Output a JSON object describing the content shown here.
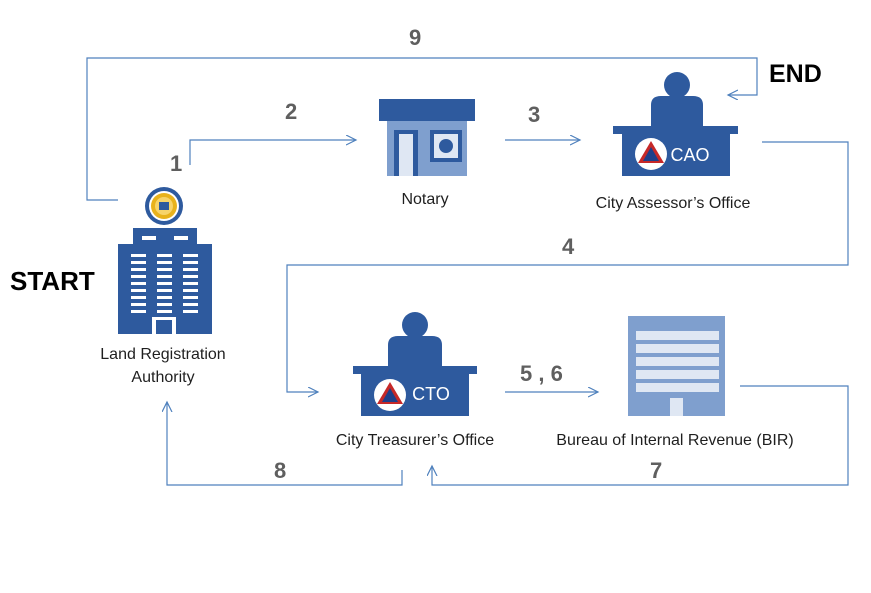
{
  "markers": {
    "start": "START",
    "end": "END"
  },
  "nodes": {
    "lra": {
      "label_line1": "Land Registration",
      "label_line2": "Authority"
    },
    "notary": {
      "label": "Notary"
    },
    "cao": {
      "label": "City Assessor’s Office",
      "desk_text": "CAO"
    },
    "cto": {
      "label": "City Treasurer’s Office",
      "desk_text": "CTO"
    },
    "bir": {
      "label": "Bureau of Internal Revenue (BIR)"
    }
  },
  "steps": {
    "s1": "1",
    "s2": "2",
    "s3": "3",
    "s4": "4",
    "s56": "5 , 6",
    "s7": "7",
    "s8": "8",
    "s9": "9"
  },
  "colors": {
    "icon_blue": "#2e5a9e",
    "line_blue": "#4f81bd",
    "building_light": "#7f9fce",
    "seal_gold": "#e8b21c"
  }
}
